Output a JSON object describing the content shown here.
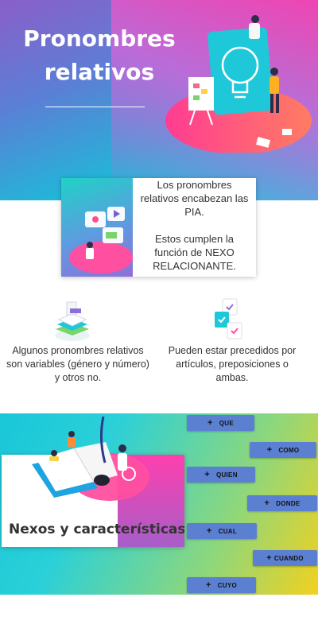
{
  "hero": {
    "title": "Pronombres relativos"
  },
  "info_card": {
    "line1": "Los pronombres relativos encabezan las PIA.",
    "line2": "Estos cumplen la función de NEXO RELACIONANTE."
  },
  "columns": [
    {
      "text": "Algunos pronombres relativos son variables (género y número) y otros no.",
      "icon": "book-stack-icon"
    },
    {
      "text": "Pueden estar precedidos por artículos, preposiciones o ambas.",
      "icon": "checklist-cards-icon"
    }
  ],
  "nexos": {
    "title": "Nexos y características",
    "items": [
      {
        "label": "QUE"
      },
      {
        "label": "COMO"
      },
      {
        "label": "QUIEN"
      },
      {
        "label": "DONDE"
      },
      {
        "label": "CUAL"
      },
      {
        "label": "CUANDO"
      },
      {
        "label": "CUYO"
      }
    ],
    "plus_symbol": "+",
    "accent": "#5b80d1"
  },
  "colors": {
    "hero_pink": "#ff3fae",
    "hero_cyan": "#17cfe0",
    "bottom_yellow": "#f2d11f"
  }
}
